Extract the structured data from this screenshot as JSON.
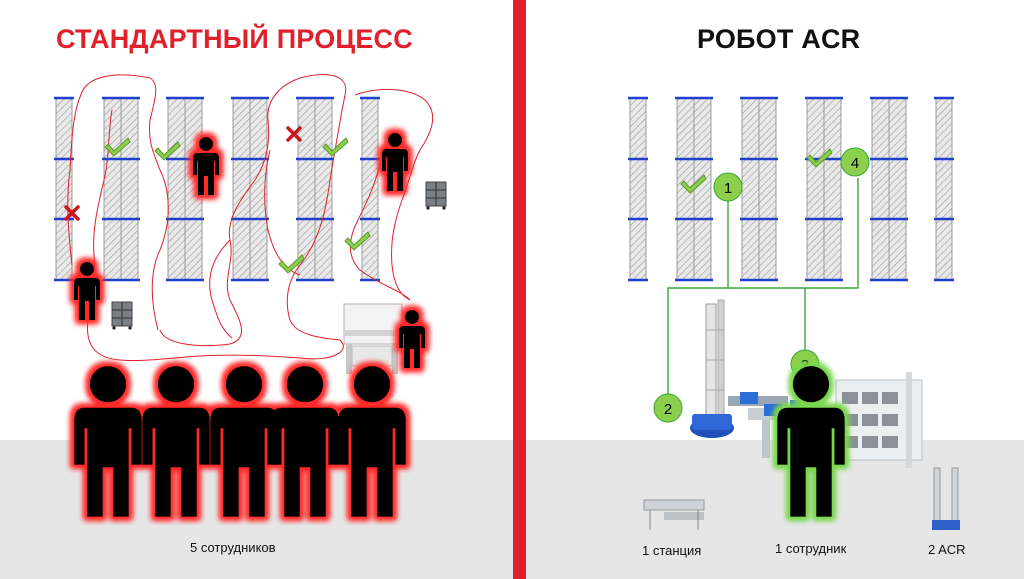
{
  "left": {
    "title": "СТАНДАРТНЫЙ ПРОЦЕСС",
    "staff_caption": "5 сотрудников"
  },
  "right": {
    "title": "РОБОТ ACR",
    "steps": [
      "1",
      "2",
      "3",
      "4"
    ],
    "captions": {
      "station": "1 станция",
      "worker": "1 сотрудник",
      "robots": "2 ACR"
    }
  },
  "colors": {
    "accent_red": "#e0202a",
    "check_green": "#8ccf4d",
    "rack_blue": "#1f3fcf",
    "worker_glow_red": "#ff3030",
    "worker_glow_green": "#7ed957"
  },
  "icons": [
    "check-icon",
    "cross-icon",
    "worker-icon",
    "cart-icon",
    "workstation-icon",
    "robot-icon",
    "conveyor-icon"
  ]
}
